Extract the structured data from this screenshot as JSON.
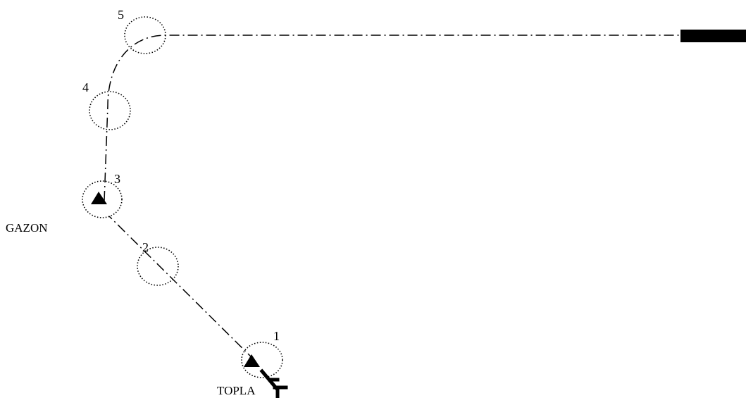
{
  "waypoints": [
    {
      "label": "1"
    },
    {
      "label": "2"
    },
    {
      "label": "3"
    },
    {
      "label": "4"
    },
    {
      "label": "5"
    }
  ],
  "fixes": [
    {
      "name": "GAZON"
    },
    {
      "name": "TOPLA"
    }
  ],
  "colors": {
    "ink": "#000000",
    "background": "#ffffff"
  },
  "icons": {
    "fix": "triangle-icon",
    "aircraft": "aircraft-icon",
    "runway": "runway-bar-icon"
  }
}
